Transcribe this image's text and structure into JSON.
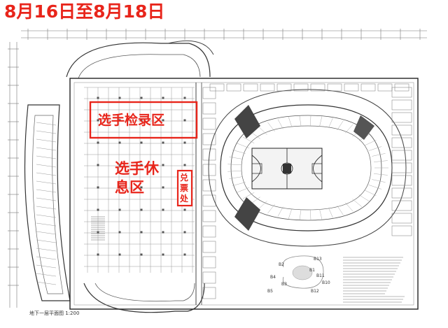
{
  "title": {
    "date_range": "8月16日至8月18日"
  },
  "zones": {
    "checkin": "选手检录区",
    "rest_line1": "选手休",
    "rest_line2": "息区",
    "ticket_line1": "兑",
    "ticket_line2": "票",
    "ticket_line3": "处"
  },
  "drawing_caption": "地下一层平面图 1:200",
  "key_plan": {
    "labels": [
      "B2",
      "B13",
      "B4",
      "B1",
      "B11",
      "B3",
      "B10",
      "B5",
      "B12"
    ]
  },
  "colors": {
    "highlight": "#e8251b",
    "line": "#333333",
    "grid": "#9a9a9a"
  }
}
